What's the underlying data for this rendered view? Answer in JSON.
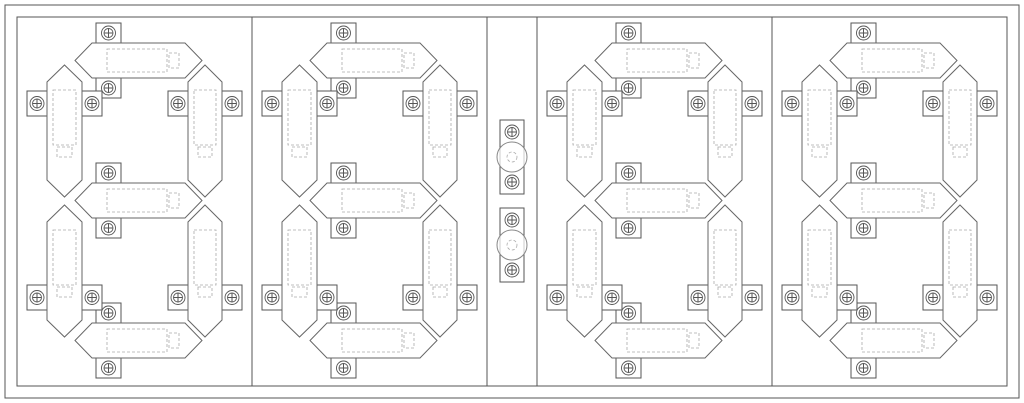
{
  "drawing": {
    "digit_count": 4,
    "segments_per_digit": 7,
    "colon_dots": 2,
    "line_color": "#555555",
    "background_color": "#ffffff"
  }
}
